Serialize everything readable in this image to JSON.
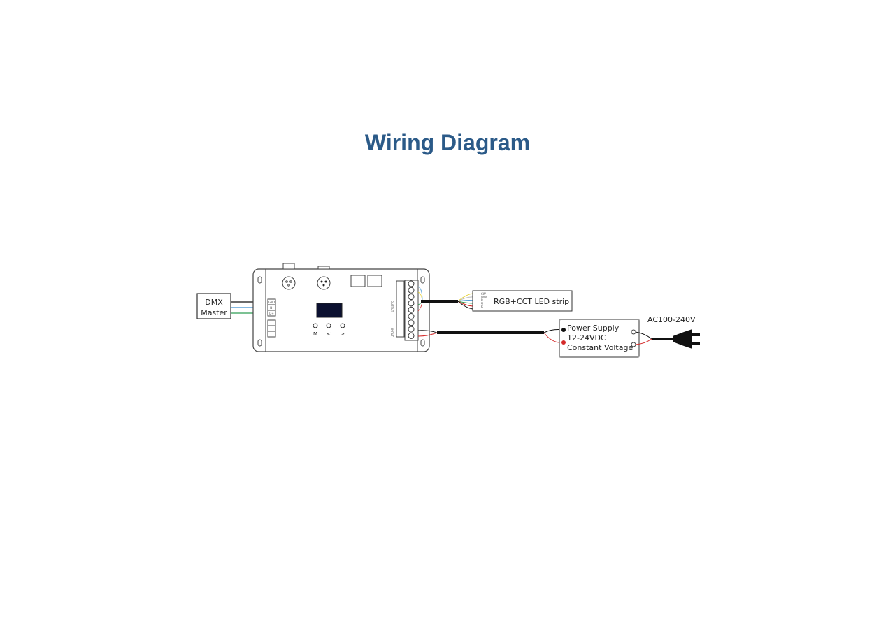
{
  "title": "Wiring Diagram",
  "dmx_master": {
    "line1": "DMX",
    "line2": "Master"
  },
  "controller": {
    "buttons": [
      "M",
      "<",
      ">"
    ],
    "dmx_terminals": [
      "GND",
      "D-",
      "D+"
    ],
    "output_label": "OUTPUT",
    "input_label": "INPUT",
    "power_terminals": [
      "+",
      "+",
      "+",
      "-"
    ]
  },
  "led_strip": {
    "label": "RGB+CCT LED strip",
    "pins": [
      "CW",
      "WW",
      "B",
      "G",
      "R",
      "+"
    ]
  },
  "power_supply": {
    "line1": "Power Supply",
    "line2": "12-24VDC",
    "line3": "Constant Voltage"
  },
  "mains": {
    "label": "AC100-240V"
  },
  "colors": {
    "title": "#2b5a88",
    "wire_black": "#111111",
    "wire_blue": "#3a8fd0",
    "wire_green": "#2e9e55",
    "wire_red": "#d42a2a",
    "wire_yellow": "#e8d23a"
  }
}
